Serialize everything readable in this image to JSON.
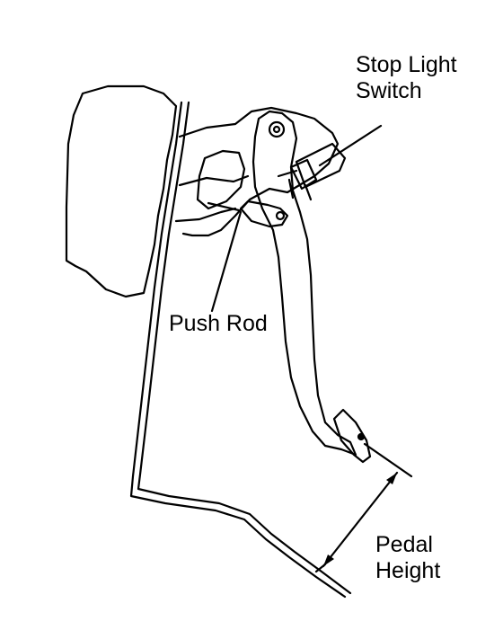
{
  "labels": {
    "stop_light_switch": [
      "Stop Light",
      "Switch"
    ],
    "push_rod": "Push Rod",
    "pedal_height": [
      "Pedal",
      "Height"
    ]
  },
  "colors": {
    "line": "#000000",
    "background": "#ffffff"
  }
}
